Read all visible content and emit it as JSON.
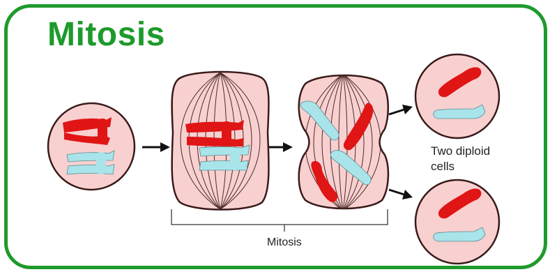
{
  "title": "Mitosis",
  "labels": {
    "daughter_cells_line1": "Two diploid",
    "daughter_cells_line2": "cells",
    "bracket_label": "Mitosis"
  },
  "colors": {
    "frame": "#1e9a2c",
    "title": "#1e9a2c",
    "cell_fill": "#f9d0d0",
    "cell_stroke": "#3a1a1a",
    "chromosome_red": "#e01515",
    "chromosome_blue": "#a8e4ea",
    "spindle": "#4a2a2a"
  }
}
